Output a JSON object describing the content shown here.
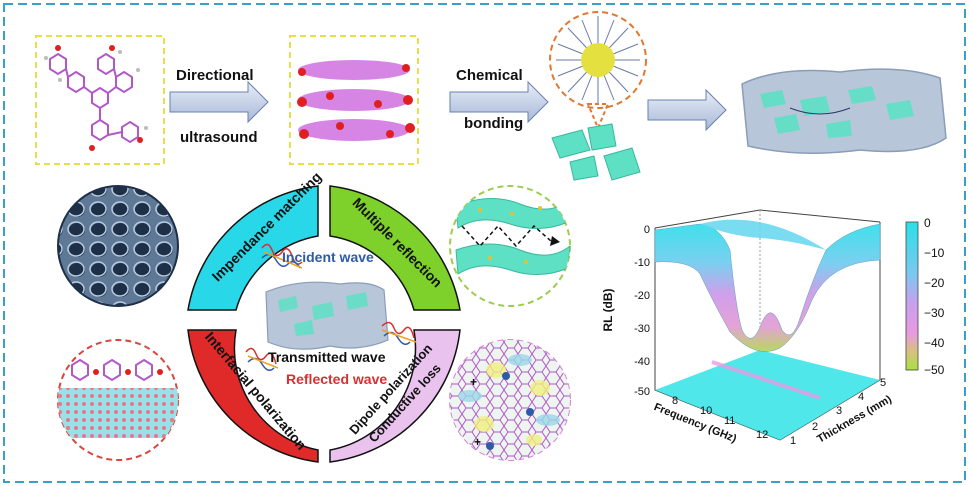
{
  "process": {
    "step1_label_line1": "Directional",
    "step1_label_line2": "ultrasound",
    "step2_label_line1": "Chemical",
    "step2_label_line2": "bonding"
  },
  "mechanisms": {
    "impedance": "Impendance matching",
    "multiple": "Multiple reflection",
    "interfacial": "Interfacial polarization",
    "dipole_line1": "Dipole polarization",
    "dipole_line2": "Conductive loss"
  },
  "waves": {
    "incident": "Incident wave",
    "transmitted": "Transmitted wave",
    "reflected": "Reflected wave"
  },
  "colors": {
    "border": "#3aa0c8",
    "dash_yellow": "#e6e04a",
    "dash_orange": "#e07830",
    "dash_green": "#9ccc50",
    "dash_red": "#d9473f",
    "dash_pink": "#d28ad8",
    "seg_impedance": "#28d8e8",
    "seg_multiple": "#7ed02a",
    "seg_interfacial": "#e02a2a",
    "seg_dipole": "#eac2ee",
    "incident_text": "#2e5aa8",
    "reflected_text": "#d83030"
  },
  "chart_data": {
    "type": "surface3d",
    "zlabel": "RL (dB)",
    "xlabel": "Frequency (GHz)",
    "ylabel": "Thickness (mm)",
    "z_ticks": [
      "0",
      "-10",
      "-20",
      "-30",
      "-40",
      "-50"
    ],
    "x_ticks": [
      "8",
      "10",
      "11",
      "12"
    ],
    "y_ticks": [
      "1",
      "2",
      "3",
      "4",
      "5"
    ],
    "zlim": [
      -50,
      0
    ],
    "colorbar_ticks": [
      "0",
      "−10",
      "−20",
      "−30",
      "−40",
      "−50"
    ],
    "colormap": [
      "#28e0e8",
      "#7cc8f0",
      "#c8a0ee",
      "#e89ae2",
      "#d6c27a",
      "#a8e040"
    ]
  }
}
